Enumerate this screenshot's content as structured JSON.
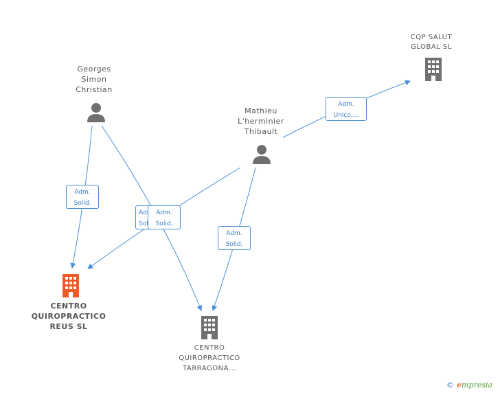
{
  "persons": [
    {
      "key": "georges",
      "label": "Georges\nSimon\nChristian"
    },
    {
      "key": "mathieu",
      "label": "Mathieu\nL'herminier\nThibault"
    }
  ],
  "companies": [
    {
      "key": "cqp",
      "label": "CQP SALUT\nGLOBAL  SL",
      "highlight": false
    },
    {
      "key": "reus",
      "label": "CENTRO\nQUIROPRACTICO\nREUS  SL",
      "highlight": true
    },
    {
      "key": "tarragona",
      "label": "CENTRO\nQUIROPRACTICO\nTARRAGONA...",
      "highlight": false
    }
  ],
  "relations": [
    {
      "key": "r1",
      "label": "Adm.\nSolid."
    },
    {
      "key": "r2",
      "label": "Adm.\nSolid."
    },
    {
      "key": "r3",
      "label": "Adm.\nSolid."
    },
    {
      "key": "r4",
      "label": "Adm.\nSolid."
    },
    {
      "key": "r5",
      "label": "Adm.\nUnico,..."
    }
  ],
  "colors": {
    "edge": "#4a8fd9",
    "icon_default": "#707070",
    "icon_highlight": "#f05a28"
  },
  "brand": {
    "copyright": "©",
    "name_e": "e",
    "name_rest": "mpresia"
  }
}
